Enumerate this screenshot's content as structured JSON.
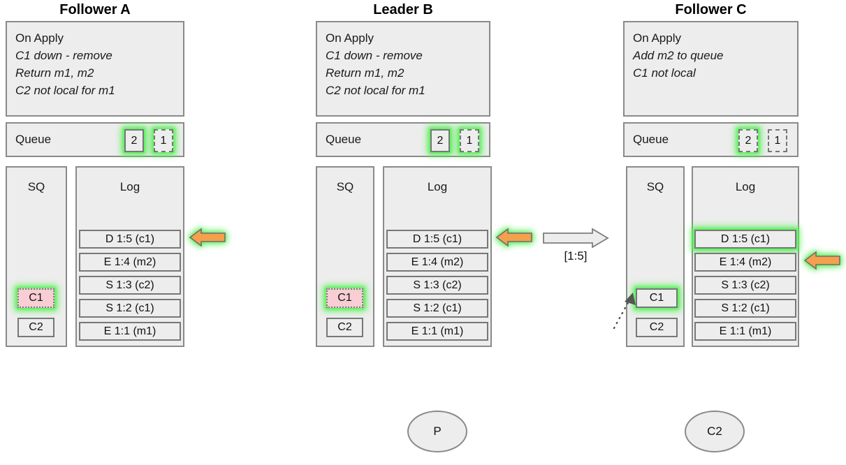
{
  "diagram": {
    "title_bar": "",
    "colors": {
      "panel_fill": "#ededed",
      "panel_border": "#8a8a8a",
      "cell_border": "#777777",
      "glow_green": "#5cf05c",
      "arrow_orange": "#f4a04c",
      "arrow_orange_border": "#6e6e6e",
      "pink_fill": "#f8cdd3",
      "outline_arrow_fill": "#ededed"
    }
  },
  "columns": [
    {
      "id": "follower-a",
      "title": "Follower A",
      "on_apply": {
        "header": "On Apply",
        "lines": [
          "C1 down - remove",
          "Return m1, m2",
          "C2 not local for m1"
        ]
      },
      "queue": {
        "label": "Queue",
        "items": [
          {
            "value": "2",
            "border": "solid",
            "glow": true
          },
          {
            "value": "1",
            "border": "dashed",
            "glow": true
          }
        ]
      },
      "sq": {
        "header": "SQ",
        "items": [
          {
            "value": "C1",
            "style": "pink",
            "glow": true
          },
          {
            "value": "C2",
            "style": "plain",
            "glow": false
          }
        ]
      },
      "log": {
        "header": "Log",
        "entries": [
          {
            "value": "D 1:5 (c1)",
            "glow": false
          },
          {
            "value": "E 1:4 (m2)",
            "glow": false
          },
          {
            "value": "S 1:3 (c2)",
            "glow": false
          },
          {
            "value": "S 1:2 (c1)",
            "glow": false
          },
          {
            "value": "E 1:1 (m1)",
            "glow": false
          }
        ]
      },
      "pointer": {
        "type": "orange-arrow-left",
        "target_index": 0,
        "glow": true
      }
    },
    {
      "id": "leader-b",
      "title": "Leader B",
      "on_apply": {
        "header": "On Apply",
        "lines": [
          "C1 down - remove",
          "Return m1, m2",
          "C2 not local for m1"
        ]
      },
      "queue": {
        "label": "Queue",
        "items": [
          {
            "value": "2",
            "border": "solid",
            "glow": true
          },
          {
            "value": "1",
            "border": "dashed",
            "glow": true
          }
        ]
      },
      "sq": {
        "header": "SQ",
        "items": [
          {
            "value": "C1",
            "style": "pink",
            "glow": true
          },
          {
            "value": "C2",
            "style": "plain",
            "glow": false
          }
        ]
      },
      "log": {
        "header": "Log",
        "entries": [
          {
            "value": "D 1:5 (c1)",
            "glow": false
          },
          {
            "value": "E 1:4 (m2)",
            "glow": false
          },
          {
            "value": "S 1:3 (c2)",
            "glow": false
          },
          {
            "value": "S 1:2 (c1)",
            "glow": false
          },
          {
            "value": "E 1:1 (m1)",
            "glow": false
          }
        ]
      },
      "pointer": {
        "type": "orange-arrow-left",
        "target_index": 0,
        "glow": true
      }
    },
    {
      "id": "follower-c",
      "title": "Follower C",
      "on_apply": {
        "header": "On Apply",
        "lines": [
          "Add m2 to queue",
          "C1 not local"
        ]
      },
      "queue": {
        "label": "Queue",
        "items": [
          {
            "value": "2",
            "border": "dashed",
            "glow": true
          },
          {
            "value": "1",
            "border": "dashed",
            "glow": false
          }
        ]
      },
      "sq": {
        "header": "SQ",
        "items": [
          {
            "value": "C1",
            "style": "plain",
            "glow": true
          },
          {
            "value": "C2",
            "style": "plain",
            "glow": false
          }
        ]
      },
      "log": {
        "header": "Log",
        "entries": [
          {
            "value": "D 1:5 (c1)",
            "glow": true
          },
          {
            "value": "E 1:4 (m2)",
            "glow": false
          },
          {
            "value": "S 1:3 (c2)",
            "glow": false
          },
          {
            "value": "S 1:2 (c1)",
            "glow": false
          },
          {
            "value": "E 1:1 (m1)",
            "glow": false
          }
        ]
      },
      "pointer": {
        "type": "orange-arrow-left",
        "target_index": 1,
        "glow": true
      }
    }
  ],
  "transfer": {
    "label": "[1:5]",
    "direction": "right",
    "style": "outline"
  },
  "nodes": [
    {
      "id": "p",
      "label": "P"
    },
    {
      "id": "c2",
      "label": "C2"
    }
  ]
}
